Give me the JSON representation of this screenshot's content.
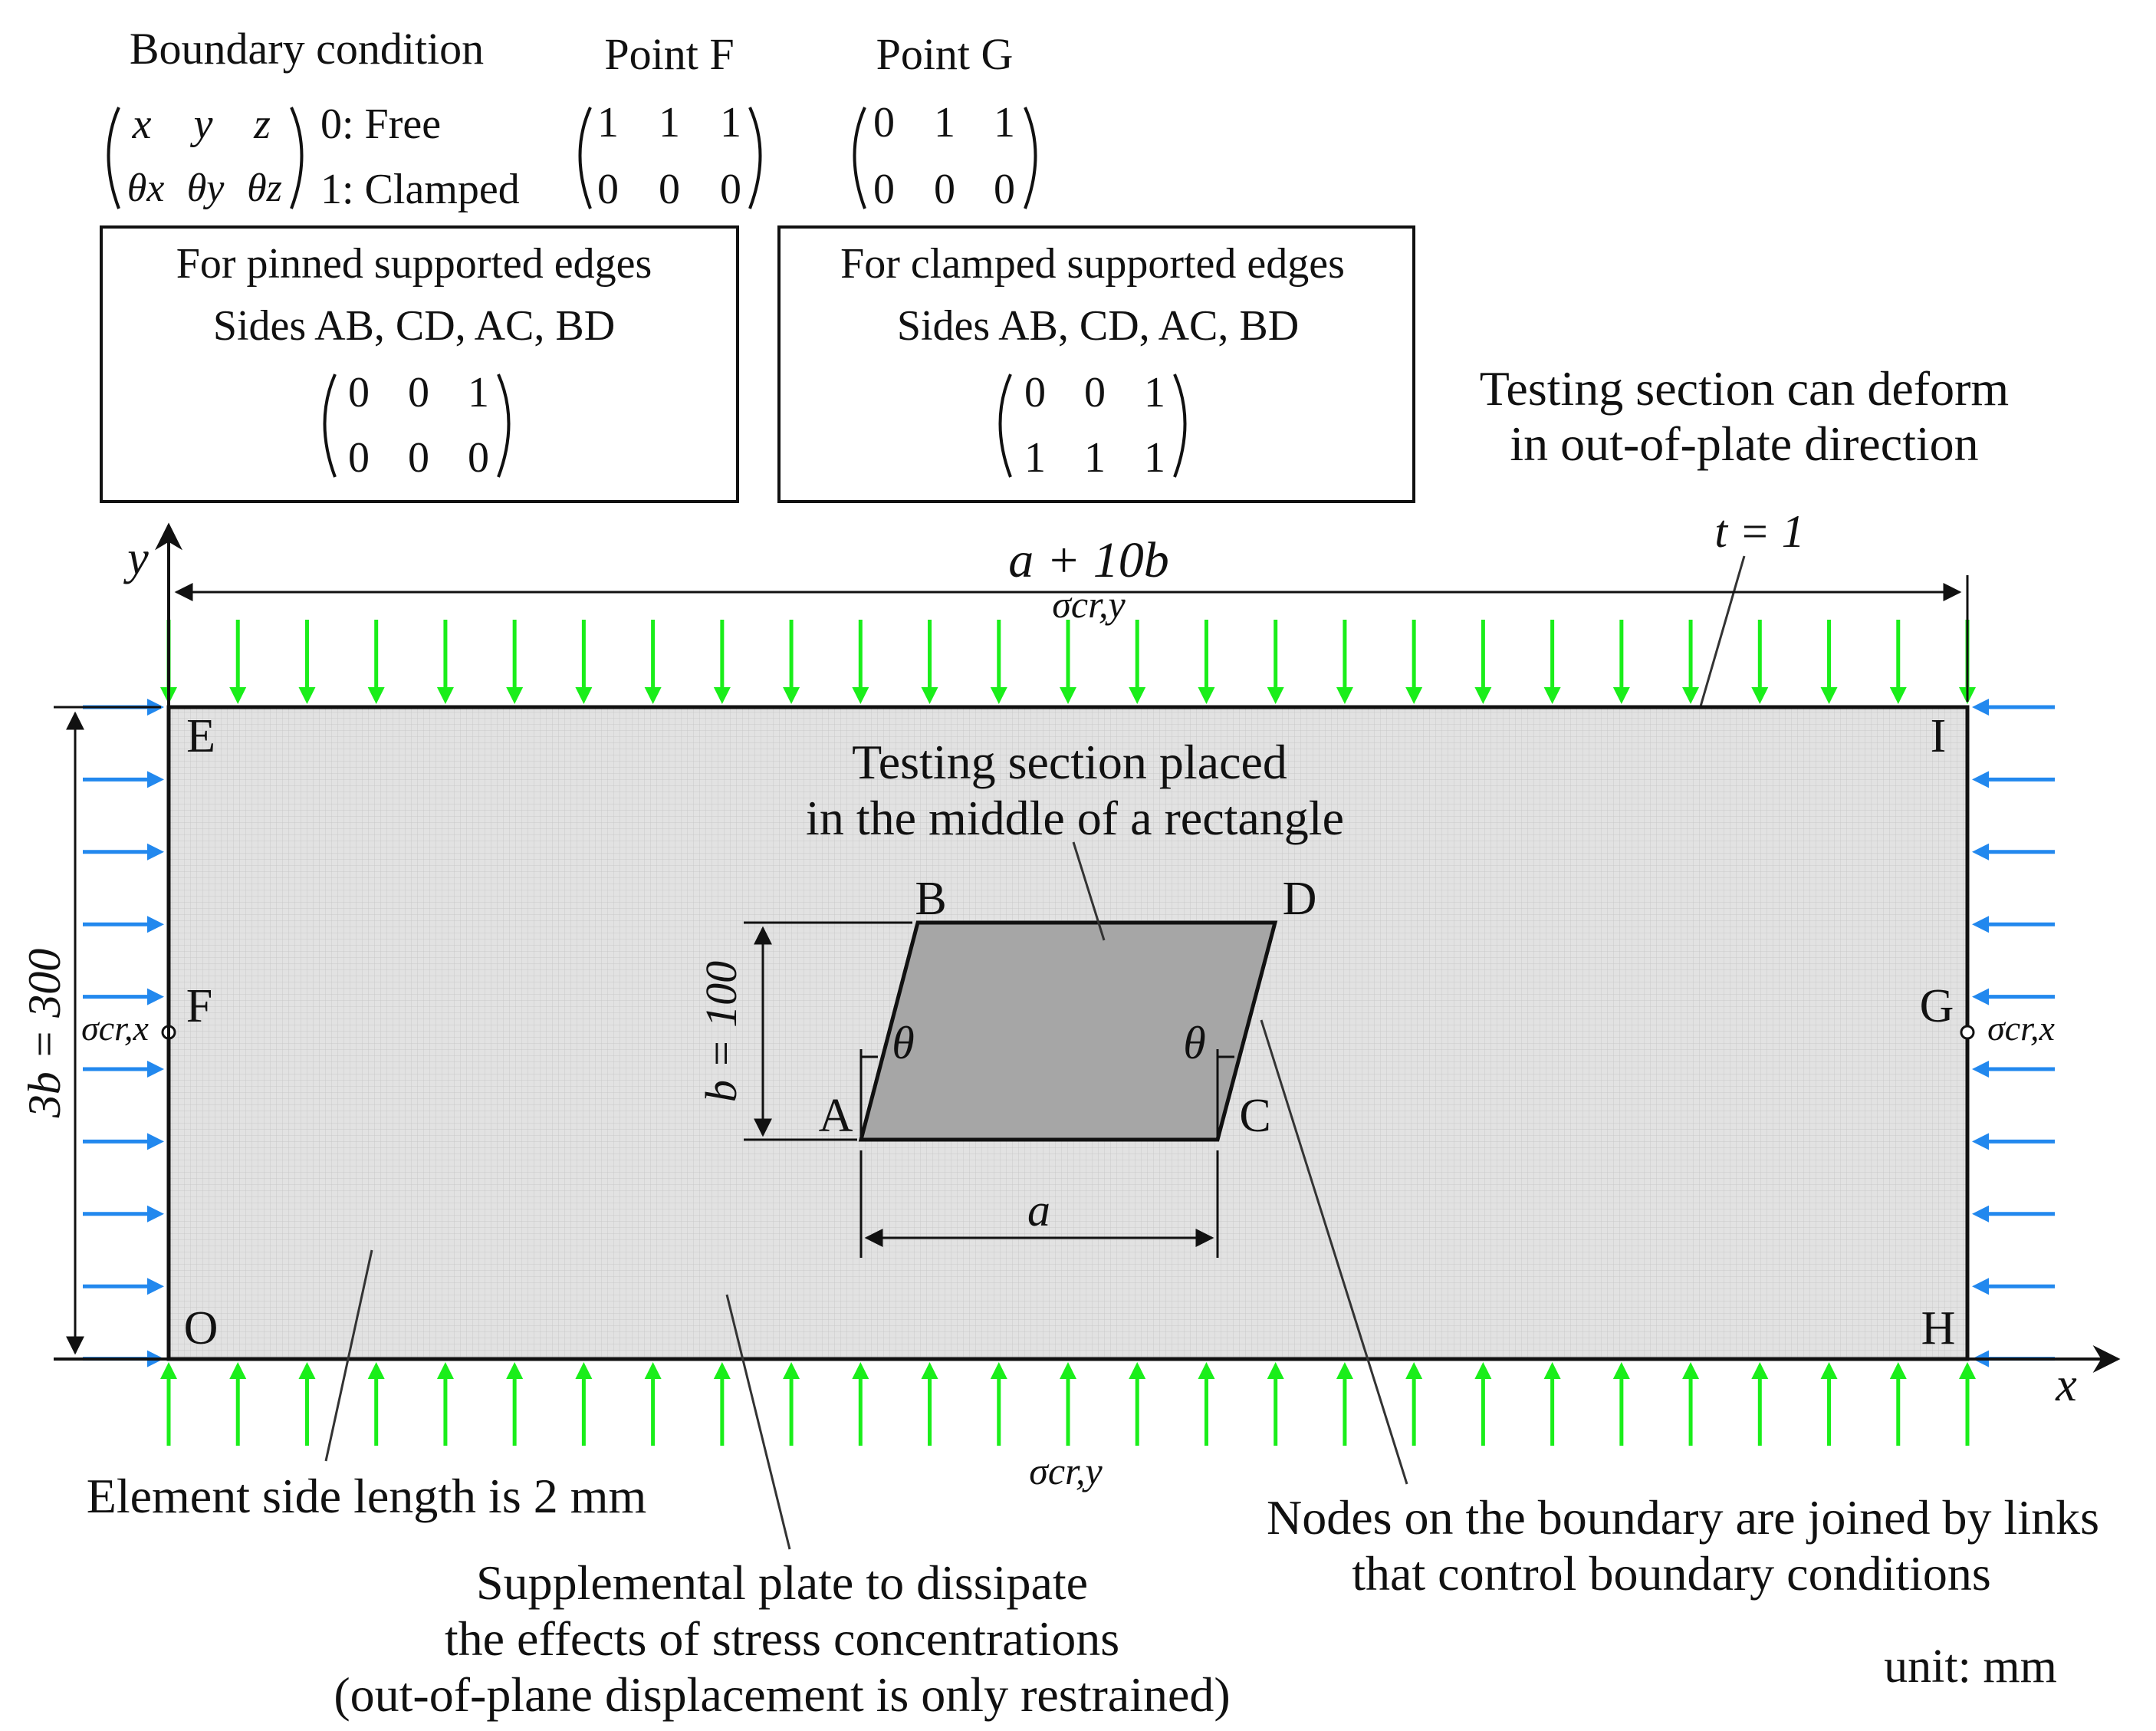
{
  "boundary_legend": {
    "title": "Boundary condition",
    "dof_row1": [
      "x",
      "y",
      "z"
    ],
    "dof_row2": [
      "θx",
      "θy",
      "θz"
    ],
    "free_label": "0: Free",
    "clamped_label": "1: Clamped"
  },
  "point_f": {
    "title": "Point F",
    "row1": [
      "1",
      "1",
      "1"
    ],
    "row2": [
      "0",
      "0",
      "0"
    ]
  },
  "point_g": {
    "title": "Point G",
    "row1": [
      "0",
      "1",
      "1"
    ],
    "row2": [
      "0",
      "0",
      "0"
    ]
  },
  "pinned_box": {
    "title": "For pinned supported edges",
    "sides": "Sides AB, CD, AC, BD",
    "row1": [
      "0",
      "0",
      "1"
    ],
    "row2": [
      "0",
      "0",
      "0"
    ]
  },
  "clamped_box": {
    "title": "For clamped supported edges",
    "sides": "Sides AB, CD, AC, BD",
    "row1": [
      "0",
      "0",
      "1"
    ],
    "row2": [
      "1",
      "1",
      "1"
    ]
  },
  "annotations": {
    "deform_line1": "Testing section can deform",
    "deform_line2": "in out-of-plate direction",
    "thickness": "t = 1",
    "width_dim": "a + 10b",
    "height_dim": "3b = 300",
    "section_b": "b = 100",
    "section_a": "a",
    "theta": "θ",
    "testing_line1": "Testing section placed",
    "testing_line2": "in the middle of a rectangle",
    "element_size": "Element side length is 2 mm",
    "supp_line1": "Supplemental plate to dissipate",
    "supp_line2": "the effects of stress concentrations",
    "supp_line3": "(out-of-plane displacement is only restrained)",
    "nodes_line1": "Nodes on the boundary are joined by links",
    "nodes_line2": "that control boundary conditions",
    "unit": "unit: mm"
  },
  "stress_labels": {
    "sigma_y": "σcr,y",
    "sigma_x": "σcr,x"
  },
  "points": {
    "E": "E",
    "I": "I",
    "O": "O",
    "H": "H",
    "F": "F",
    "G": "G",
    "A": "A",
    "B": "B",
    "C": "C",
    "D": "D"
  },
  "axes": {
    "x": "x",
    "y": "y"
  },
  "colors": {
    "vertical_arrows": "#1aee1a",
    "horizontal_arrows": "#2288ee",
    "plate_fill": "#dcdcdc",
    "section_fill": "#a6a6a6",
    "line": "#111111"
  }
}
